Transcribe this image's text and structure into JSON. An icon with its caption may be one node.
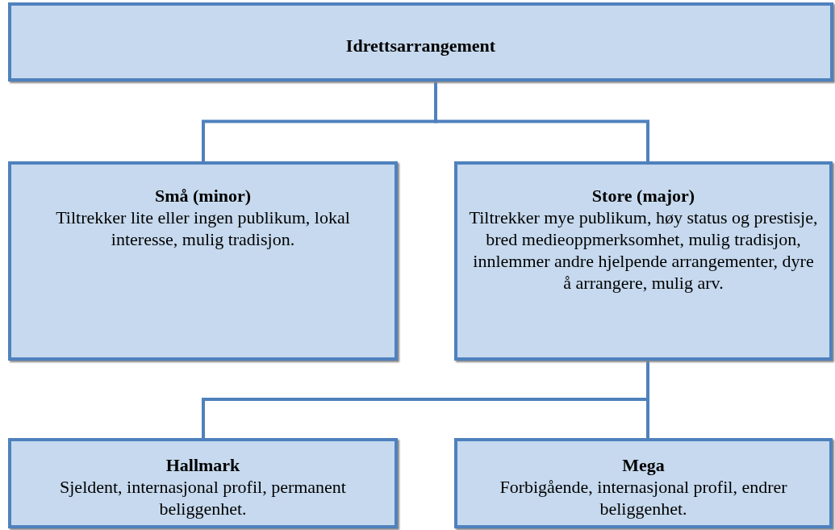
{
  "diagram": {
    "nodes": [
      {
        "text": [
          "Idrettsarrangement"
        ]
      },
      {
        "text": [
          "Små (minor)",
          "Tiltrekker lite eller ingen publikum, lokal interesse, mulig tradisjon."
        ]
      },
      {
        "text": [
          "Store (major)",
          "Tiltrekker mye publikum, høy status og prestisje, bred medieoppmerksomhet, mulig tradisjon, innlemmer andre hjelpende arrangementer, dyre å arrangere, mulig arv."
        ]
      },
      {
        "text": [
          "Hallmark",
          "Sjeldent, internasjonal profil, permanent beliggenhet."
        ]
      },
      {
        "text": [
          "Mega",
          "Forbigående, internasjonal profil, endrer beliggenhet."
        ]
      }
    ],
    "edges": [
      {
        "from": 0,
        "to": 1,
        "arrow": "none"
      },
      {
        "from": 0,
        "to": 2,
        "arrow": "none"
      },
      {
        "from": 2,
        "to": 3,
        "arrow": "none"
      },
      {
        "from": 2,
        "to": 4,
        "arrow": "none"
      }
    ]
  }
}
